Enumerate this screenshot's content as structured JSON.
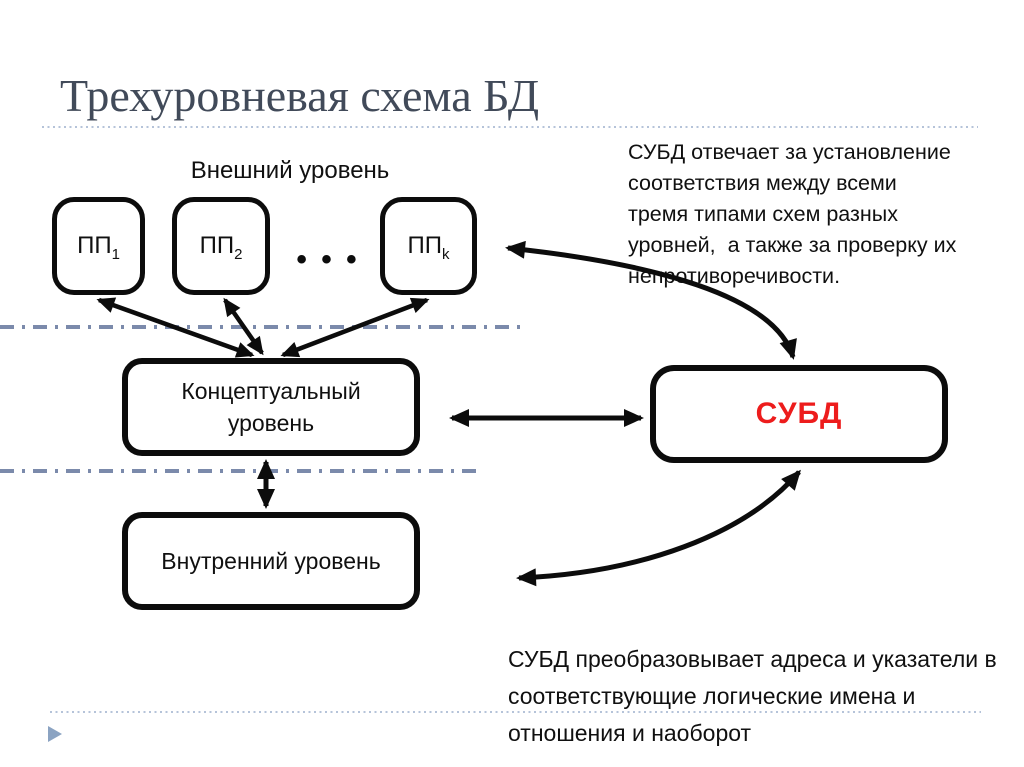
{
  "title": "Трехуровневая схема БД",
  "labels": {
    "external": "Внешний уровень",
    "internal": "Внутренний уровень",
    "dbms": "СУБД",
    "ellipsis": "• • •"
  },
  "pp_boxes": [
    {
      "base": "ПП",
      "sub": "1"
    },
    {
      "base": "ПП",
      "sub": "2"
    },
    {
      "base": "ПП",
      "sub": "k"
    }
  ],
  "conceptual": {
    "lines": [
      "Концептуальный",
      "уровень"
    ]
  },
  "notes": {
    "top": {
      "lines": [
        "СУБД отвечает за установление",
        "соответствия между всеми",
        "тремя типами схем разных",
        "уровней,  а также за проверку их",
        "непротиворечивости."
      ]
    },
    "bottom": {
      "lines": [
        "СУБД преобразовывает адреса и указатели в",
        "соответствующие логические имена и",
        "отношения и наоборот"
      ]
    }
  },
  "colors": {
    "accent_red": "#ed1c1c",
    "divider_dashdot": "#7b8aab",
    "dotted_rule": "#b5c3d9",
    "title_text": "#414a59",
    "nav_triangle": "#8ba3c2",
    "line_black": "#0c0c0c"
  }
}
